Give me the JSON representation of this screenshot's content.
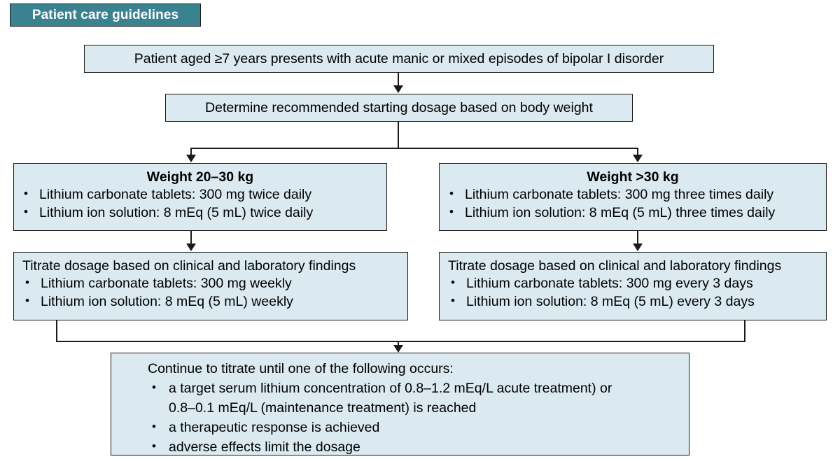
{
  "banner": {
    "label": "Patient care guidelines",
    "background_color": "#3a8290",
    "text_color": "#ffffff"
  },
  "theme": {
    "box_fill": "#daeaf0",
    "box_border": "#1a1a1a",
    "connector_color": "#1a1a1a",
    "page_background": "#ffffff"
  },
  "flow": {
    "presentation": {
      "title": "Patient aged ≥7 years presents with acute manic or mixed episodes of bipolar I disorder"
    },
    "determine": {
      "title": "Determine recommended starting dosage based on body weight"
    },
    "weight_low": {
      "title": "Weight 20–30 kg",
      "bullets": [
        "Lithium carbonate tablets: 300 mg twice daily",
        "Lithium ion solution: 8 mEq (5 mL) twice daily"
      ]
    },
    "weight_high": {
      "title": "Weight >30 kg",
      "bullets": [
        "Lithium carbonate tablets: 300 mg three times daily",
        "Lithium ion solution: 8 mEq (5 mL) three times daily"
      ]
    },
    "titrate_low": {
      "title": "Titrate dosage based on clinical and laboratory findings",
      "bullets": [
        "Lithium carbonate tablets: 300 mg weekly",
        "Lithium ion solution: 8 mEq (5 mL) weekly"
      ]
    },
    "titrate_high": {
      "title": "Titrate dosage based on clinical and laboratory findings",
      "bullets": [
        "Lithium carbonate tablets: 300 mg every 3 days",
        "Lithium ion solution: 8 mEq (5 mL) every 3 days"
      ]
    },
    "continue": {
      "title": "Continue to titrate until one of the following occurs:",
      "bullets": [
        {
          "line1": "a target serum lithium concentration of 0.8–1.2 mEq/L acute treatment) or",
          "line2": "0.8–0.1 mEq/L (maintenance treatment) is reached"
        },
        {
          "line1": "a therapeutic response is achieved"
        },
        {
          "line1": "adverse effects limit the dosage"
        }
      ]
    }
  }
}
